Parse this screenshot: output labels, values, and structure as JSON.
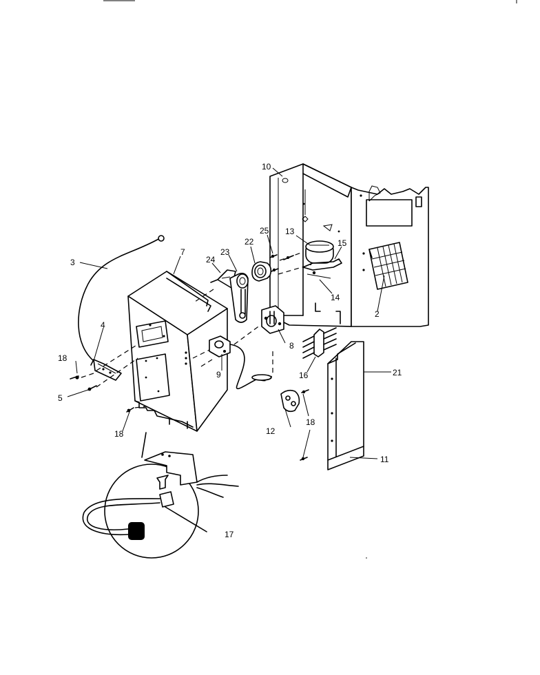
{
  "callouts": {
    "c2": "2",
    "c3": "3",
    "c4": "4",
    "c5": "5",
    "c7": "7",
    "c8": "8",
    "c9": "9",
    "c10": "10",
    "c11": "11",
    "c12": "12",
    "c13": "13",
    "c14": "14",
    "c15": "15",
    "c16": "16",
    "c17": "17",
    "c18a": "18",
    "c18b": "18",
    "c18c": "18",
    "c21": "21",
    "c22": "22",
    "c23": "23",
    "c24": "24",
    "c25": "25"
  }
}
